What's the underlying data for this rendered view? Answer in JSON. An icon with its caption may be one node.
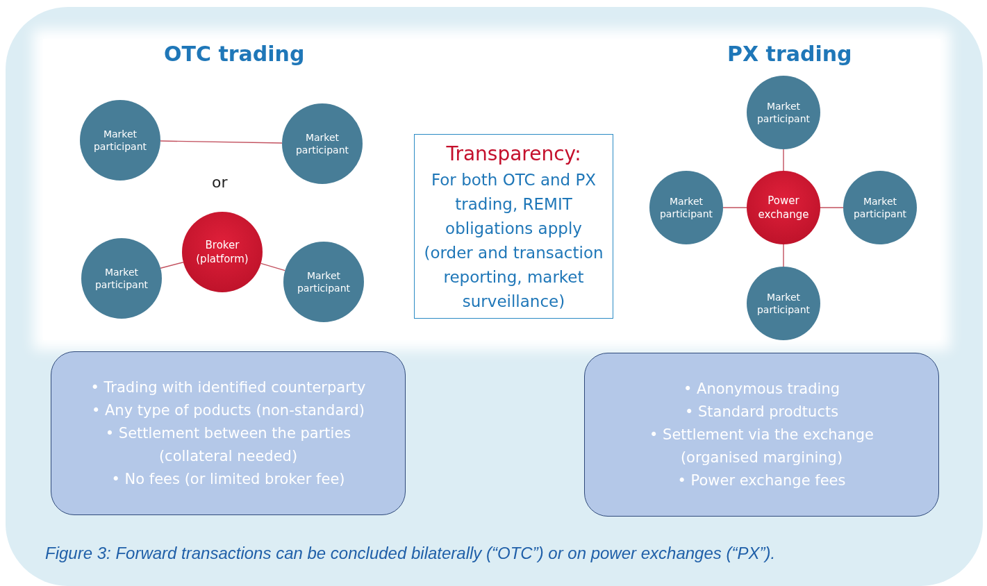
{
  "diagram": {
    "caption": "Figure 3: Forward transactions can be concluded bilaterally (“OTC”) or on power exchanges (“PX”).",
    "nodes": [
      {
        "text": [
          "Market participant"
        ]
      },
      {
        "text": [
          "Market participant"
        ]
      },
      {
        "text": [
          "Broker (platform)"
        ]
      },
      {
        "text": [
          "Market participant"
        ]
      },
      {
        "text": [
          "Market participant"
        ]
      },
      {
        "text": [
          "Transparency:",
          "For both OTC and PX trading, REMIT obligations apply (order and transaction reporting, market surveillance)"
        ]
      },
      {
        "text": [
          "Market participant"
        ]
      },
      {
        "text": [
          "Market participant"
        ]
      },
      {
        "text": [
          "Power exchange"
        ]
      },
      {
        "text": [
          "Market participant"
        ]
      },
      {
        "text": [
          "Market participant"
        ]
      },
      {
        "text": [
          "• Trading with identified counterparty",
          "• Any type of poducts (non-standard)",
          "• Settlement between the parties (collateral needed)",
          "• No fees (or limited broker fee)"
        ]
      },
      {
        "text": [
          "• Anonymous trading",
          "• Standard prodtucts",
          "• Settlement via the exchange (organised margining)",
          "• Power exchange fees"
        ]
      }
    ],
    "edges": [
      {
        "from": 0,
        "to": 1,
        "arrow": "none"
      },
      {
        "from": 3,
        "to": 2,
        "arrow": "none"
      },
      {
        "from": 2,
        "to": 4,
        "arrow": "none"
      },
      {
        "from": 6,
        "to": 8,
        "arrow": "none"
      },
      {
        "from": 7,
        "to": 8,
        "arrow": "none"
      },
      {
        "from": 8,
        "to": 9,
        "arrow": "none"
      },
      {
        "from": 8,
        "to": 10,
        "arrow": "none"
      }
    ],
    "labels": [
      "OTC trading",
      "or",
      "PX trading"
    ]
  }
}
